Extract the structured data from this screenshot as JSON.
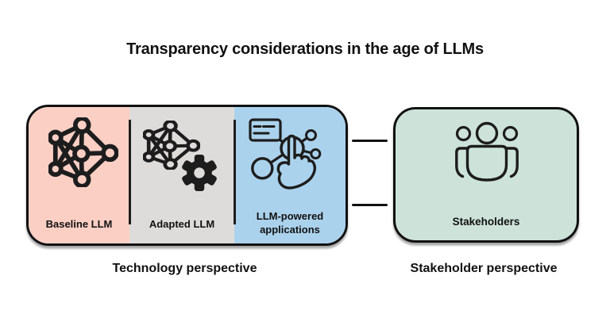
{
  "title": "Transparency considerations in the age of LLMs",
  "technology": {
    "caption": "Technology perspective",
    "sections": [
      {
        "label": "Baseline LLM",
        "color": "#fbcfc4",
        "icon": "neural-network-icon"
      },
      {
        "label": "Adapted LLM",
        "color": "#dedcda",
        "icon": "neural-network-with-gear-icon"
      },
      {
        "label": "LLM-powered applications",
        "color": "#abd2ec",
        "icon": "llm-application-icon"
      }
    ]
  },
  "stakeholders": {
    "caption": "Stakeholder perspective",
    "label": "Stakeholders",
    "color": "#cde3da",
    "icon": "people-group-icon"
  },
  "connectors": {
    "count": 2,
    "color": "#111111"
  },
  "colors": {
    "background": "#ffffff",
    "stroke": "#1d1d1d",
    "text": "#111111"
  }
}
